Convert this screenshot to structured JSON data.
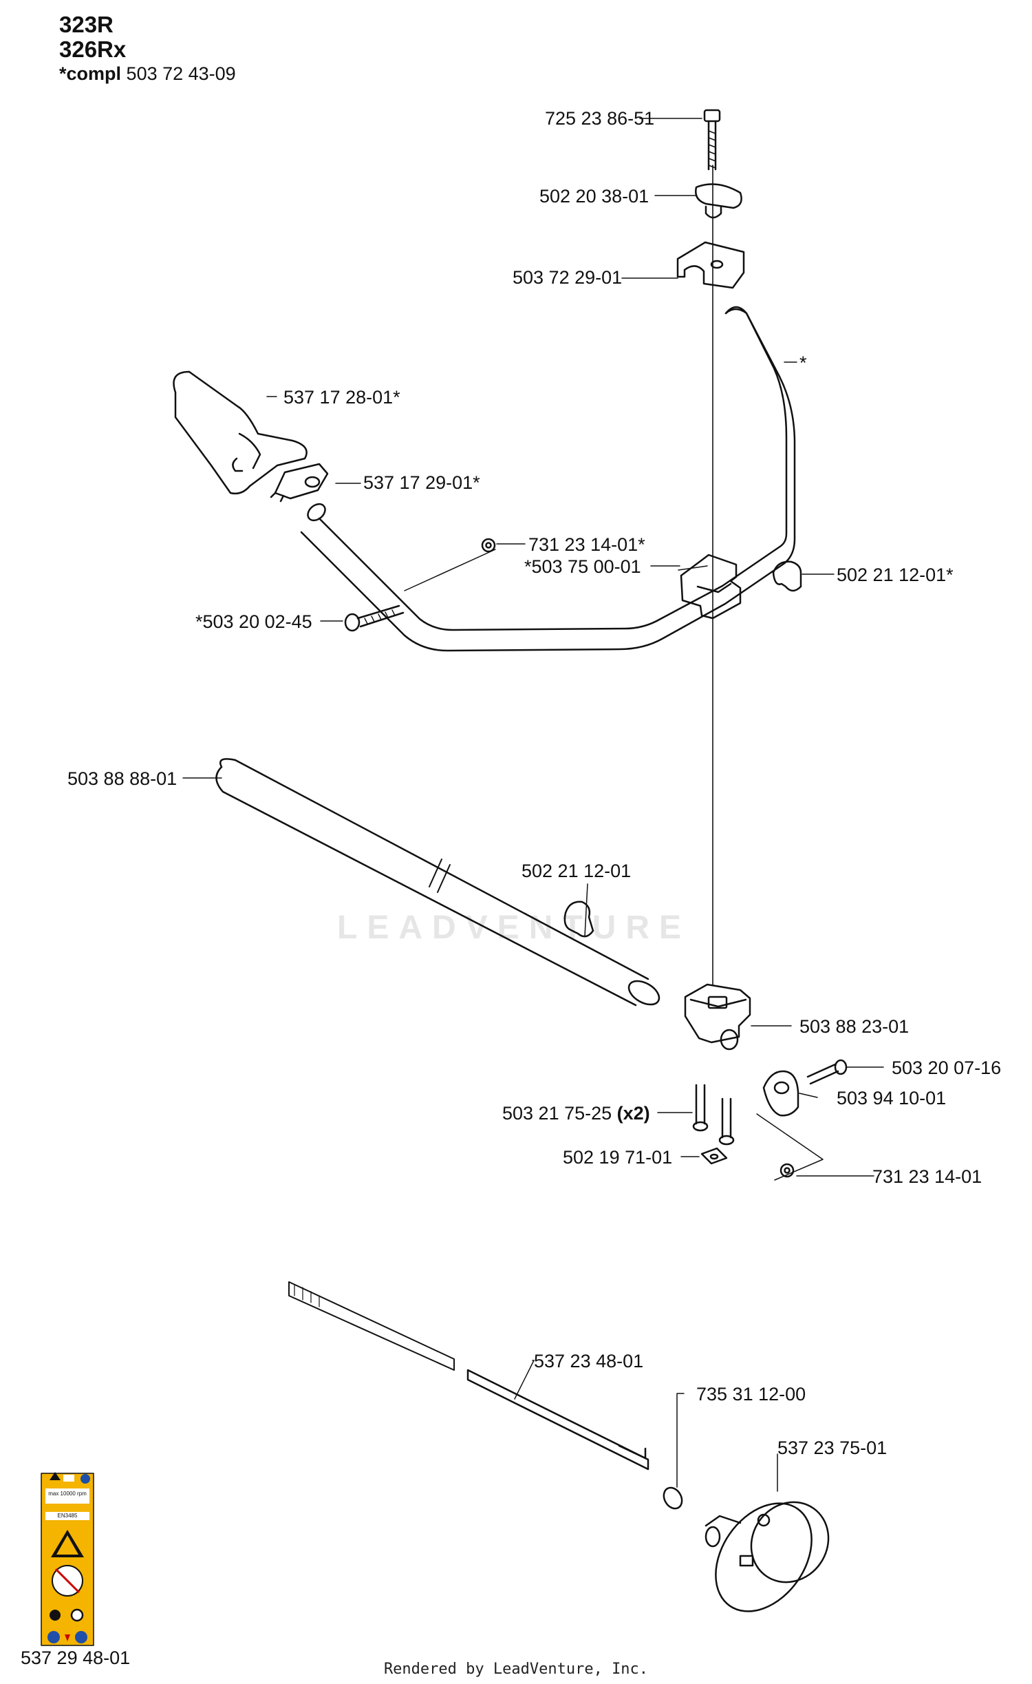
{
  "header": {
    "model_1": "323R",
    "model_2": "326Rx",
    "compl_prefix": "*compl",
    "compl_number": "503 72 43-09"
  },
  "parts": [
    {
      "id": "bolt-top",
      "number": "725 23 86-51"
    },
    {
      "id": "wing-knob",
      "number": "502 20 38-01"
    },
    {
      "id": "clamp-top",
      "number": "503 72 29-01"
    },
    {
      "id": "handle-bar",
      "number": "*"
    },
    {
      "id": "grip",
      "number": "537 17 28-01*"
    },
    {
      "id": "grip-holder",
      "number": "537 17 29-01*"
    },
    {
      "id": "nut-1",
      "number": "731 23 14-01*"
    },
    {
      "id": "clamp-lower",
      "number": "*503 75 00-01"
    },
    {
      "id": "knob-2",
      "number": "502 21 12-01*"
    },
    {
      "id": "screw-1",
      "number": "*503 20 02-45"
    },
    {
      "id": "tube",
      "number": "503 88 88-01"
    },
    {
      "id": "knob-3",
      "number": "502 21 12-01"
    },
    {
      "id": "bracket",
      "number": "503 88 23-01"
    },
    {
      "id": "screw-2",
      "number": "503 20 07-16"
    },
    {
      "id": "holder",
      "number": "503 94 10-01"
    },
    {
      "id": "screw-3",
      "number": "503 21 75-25",
      "qty": "(x2)"
    },
    {
      "id": "square-nut",
      "number": "502 19 71-01"
    },
    {
      "id": "nut-2",
      "number": "731 23 14-01"
    },
    {
      "id": "drive-shaft",
      "number": "537 23 48-01"
    },
    {
      "id": "circlip",
      "number": "735 31 12-00"
    },
    {
      "id": "clutch-drum",
      "number": "537 23 75-01"
    },
    {
      "id": "decal",
      "number": "537 29 48-01"
    }
  ],
  "decal_text": {
    "max_rpm": "max 10000 rpm",
    "standard": "EN3485"
  },
  "watermark": "LEADVENTURE",
  "footer": "Rendered by LeadVenture, Inc.",
  "colors": {
    "line": "#111111",
    "decal_yellow": "#f4b400",
    "decal_blue": "#1f4fa8",
    "watermark": "#e6e6e6"
  }
}
